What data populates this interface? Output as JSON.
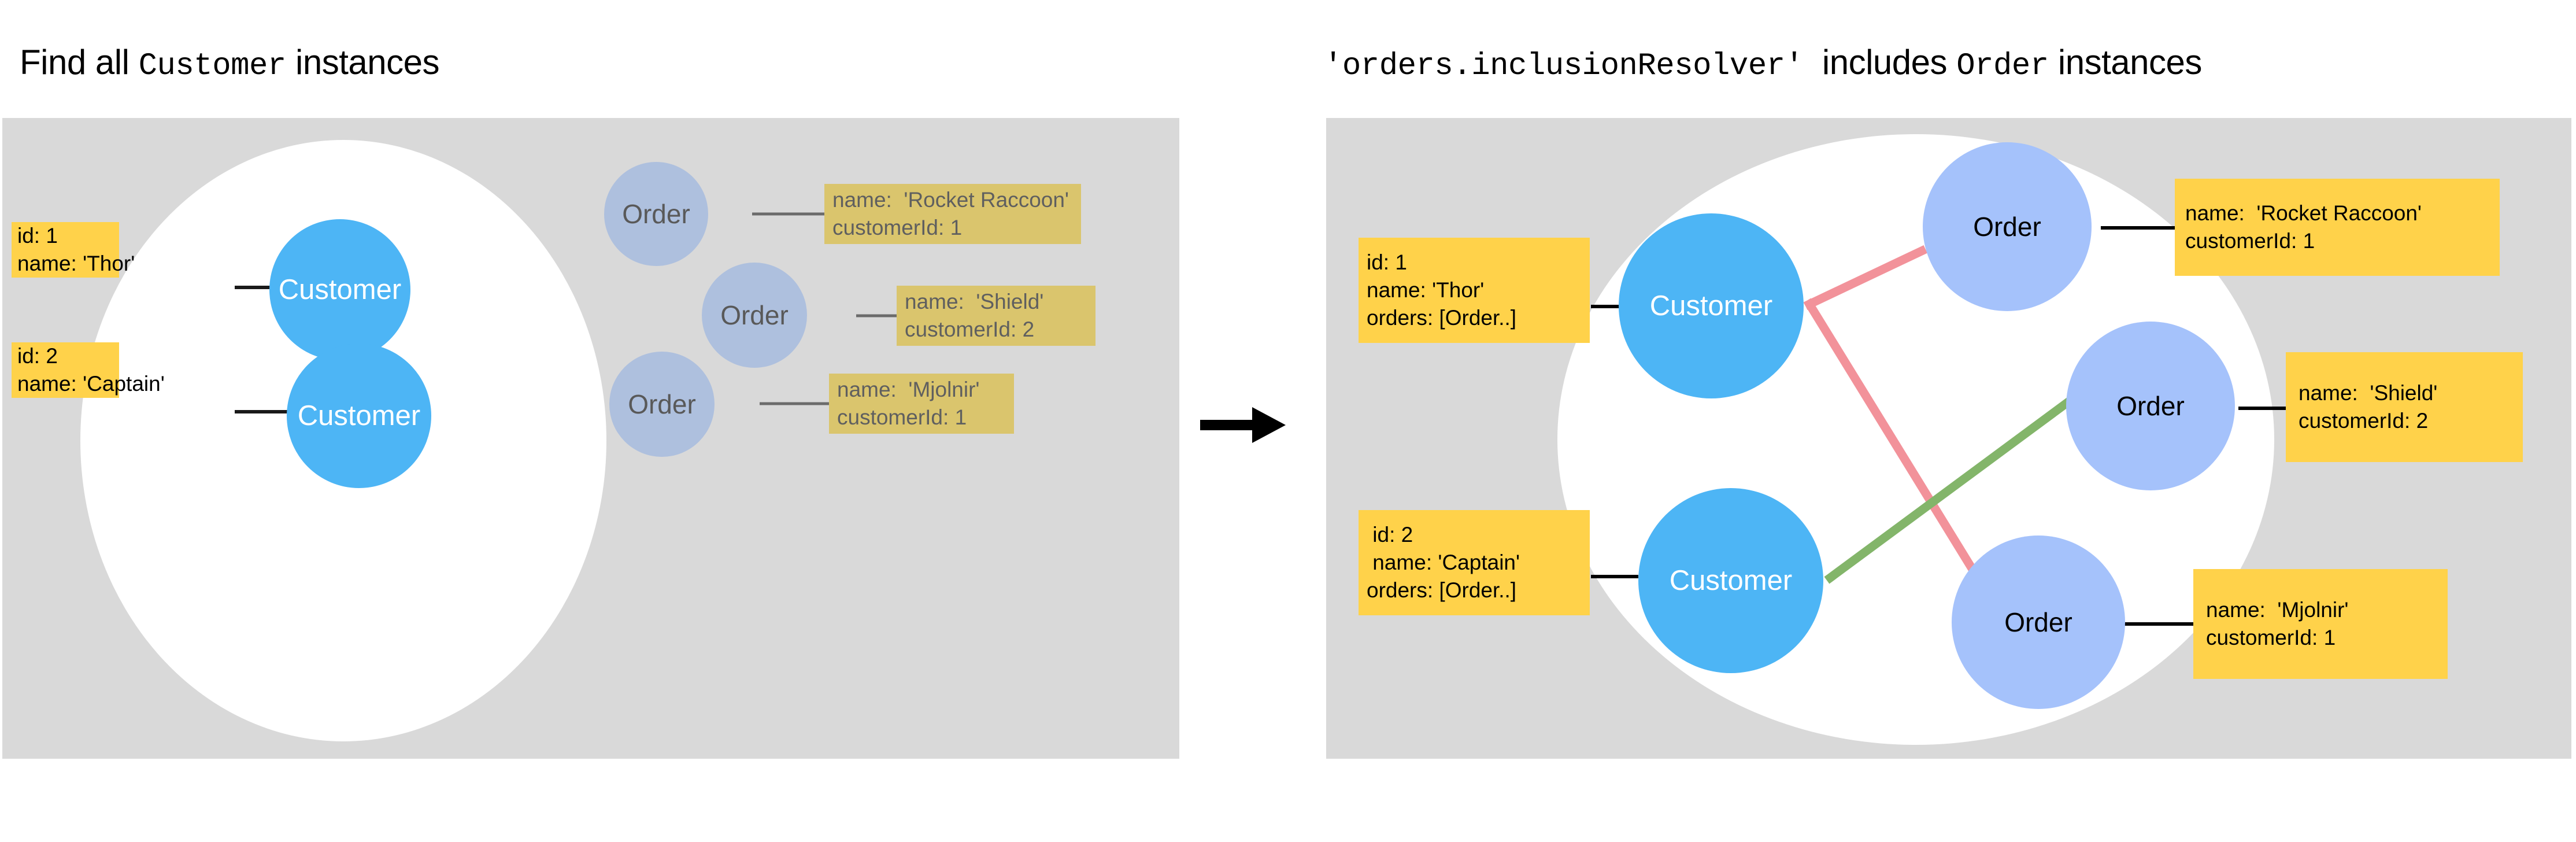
{
  "colors": {
    "panel_background": "#d9d9d9",
    "page_background": "#ffffff",
    "group_ellipse": "#ffffff",
    "customer_circle": "#4db5f5",
    "order_circle_muted": "#aec0de",
    "order_circle_active": "#a5c2fb",
    "label_yellow_bright": "#ffd24a",
    "label_yellow_muted": "#dac56d",
    "connector_plain": "#000000",
    "connector_pink": "#f2929a",
    "connector_green": "#83b56a",
    "arrow": "#000000"
  },
  "left_panel": {
    "title": {
      "prefix": "Find all",
      "code": "Customer",
      "suffix": "instances"
    },
    "customers": [
      {
        "circle_label": "Customer",
        "box_lines": [
          "id: 1",
          "name: 'Thor'"
        ]
      },
      {
        "circle_label": "Customer",
        "box_lines": [
          "id: 2",
          "name: 'Captain'"
        ]
      }
    ],
    "orders": [
      {
        "circle_label": "Order",
        "box_lines": [
          "name:  'Rocket Raccoon'",
          "customerId: 1"
        ]
      },
      {
        "circle_label": "Order",
        "box_lines": [
          "name:  'Shield'",
          "customerId: 2"
        ]
      },
      {
        "circle_label": "Order",
        "box_lines": [
          "name:  'Mjolnir'",
          "customerId: 1"
        ]
      }
    ]
  },
  "transition": {
    "icon": "right-arrow-icon"
  },
  "right_panel": {
    "title": {
      "code_prefix": "'orders.inclusionResolver'",
      "middle": "includes",
      "code_suffix": "Order",
      "suffix": "instances"
    },
    "customers": [
      {
        "circle_label": "Customer",
        "box_lines": [
          "id: 1",
          "name: 'Thor'",
          "orders: [Order..]"
        ]
      },
      {
        "circle_label": "Customer",
        "box_lines": [
          " id: 2",
          " name: 'Captain'",
          "orders: [Order..]"
        ]
      }
    ],
    "orders": [
      {
        "circle_label": "Order",
        "box_lines": [
          "name:  'Rocket Raccoon'",
          "customerId: 1"
        ]
      },
      {
        "circle_label": "Order",
        "box_lines": [
          "name:  'Shield'",
          "customerId: 2"
        ]
      },
      {
        "circle_label": "Order",
        "box_lines": [
          "name:  'Mjolnir'",
          "customerId: 1"
        ]
      }
    ],
    "relations": [
      {
        "from": "Customer id 1 (Thor)",
        "to": "Order 'Rocket Raccoon'",
        "color": "#f2929a"
      },
      {
        "from": "Customer id 1 (Thor)",
        "to": "Order 'Mjolnir'",
        "color": "#f2929a"
      },
      {
        "from": "Customer id 2 (Captain)",
        "to": "Order 'Shield'",
        "color": "#83b56a"
      }
    ]
  }
}
